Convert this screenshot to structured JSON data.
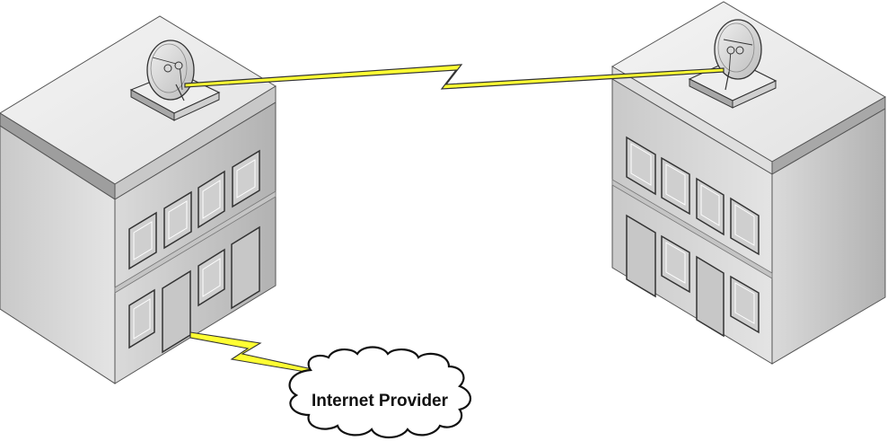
{
  "diagram": {
    "nodes": [
      {
        "id": "building-left",
        "kind": "building",
        "floors": 2,
        "has_satellite_dish": true
      },
      {
        "id": "building-right",
        "kind": "building",
        "floors": 2,
        "has_satellite_dish": true
      },
      {
        "id": "internet-provider",
        "kind": "cloud",
        "label": "Internet Provider"
      }
    ],
    "links": [
      {
        "from": "building-left",
        "to": "building-right",
        "kind": "wireless-satellite-link"
      },
      {
        "from": "building-left",
        "to": "internet-provider",
        "kind": "wired-link"
      }
    ]
  },
  "cloud": {
    "label": "Internet Provider"
  },
  "colors": {
    "bolt_fill": "#ffff33",
    "bolt_stroke": "#333333",
    "wall_front": "#d6d6d6",
    "wall_side": "#bdbdbd",
    "roof": "#ececec",
    "outline": "#333333",
    "window_fill": "#cfcfcf",
    "wire": "#2f5aa8"
  }
}
